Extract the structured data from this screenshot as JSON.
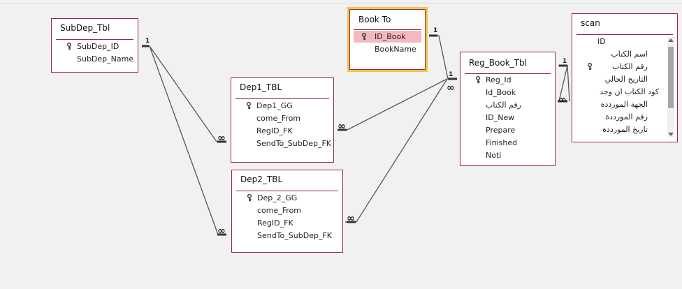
{
  "tables": {
    "subdep": {
      "title": "SubDep_Tbl",
      "fields": [
        "SubDep_ID",
        "SubDep_Name"
      ]
    },
    "bookto": {
      "title": "Book To",
      "fields": [
        "ID_Book",
        "BookName"
      ]
    },
    "dep1": {
      "title": "Dep1_TBL",
      "fields": [
        "Dep1_GG",
        "come_From",
        "RegID_FK",
        "SendTo_SubDep_FK"
      ]
    },
    "dep2": {
      "title": "Dep2_TBL",
      "fields": [
        "Dep_2_GG",
        "come_From",
        "RegID_FK",
        "SendTo_SubDep_FK"
      ]
    },
    "regbook": {
      "title": "Reg_Book_Tbl",
      "fields": [
        "Reg_Id",
        "Id_Book",
        "رقم الكتاب",
        "ID_New",
        "Prepare",
        "Finished",
        "Noti"
      ]
    },
    "scan": {
      "title": "scan",
      "fields": [
        "ID",
        "اسم الكتاب",
        "رقم الكتاب",
        "التاريخ الحالي",
        "كود الكتاب ان وجد",
        "الجهة المورددة",
        "رقم  المورددة",
        "تاريخ المورددة"
      ]
    }
  },
  "relationships": {
    "one_label": "1",
    "many_label": "∞"
  },
  "colors": {
    "table_border": "#9a2a3b",
    "selected_border": "#f2c44c",
    "highlight_field": "#f4b9bf",
    "line": "#555555"
  },
  "icons": {
    "primary_key": "key-icon"
  }
}
